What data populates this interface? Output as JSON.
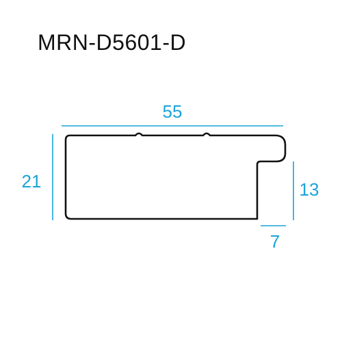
{
  "title": "MRN-D5601-D",
  "dimensions": {
    "width": "55",
    "height": "21",
    "rebate_height": "13",
    "rebate_width": "7"
  },
  "colors": {
    "dimension": "#1aa3d9",
    "profile": "#111111",
    "title": "#111111"
  }
}
